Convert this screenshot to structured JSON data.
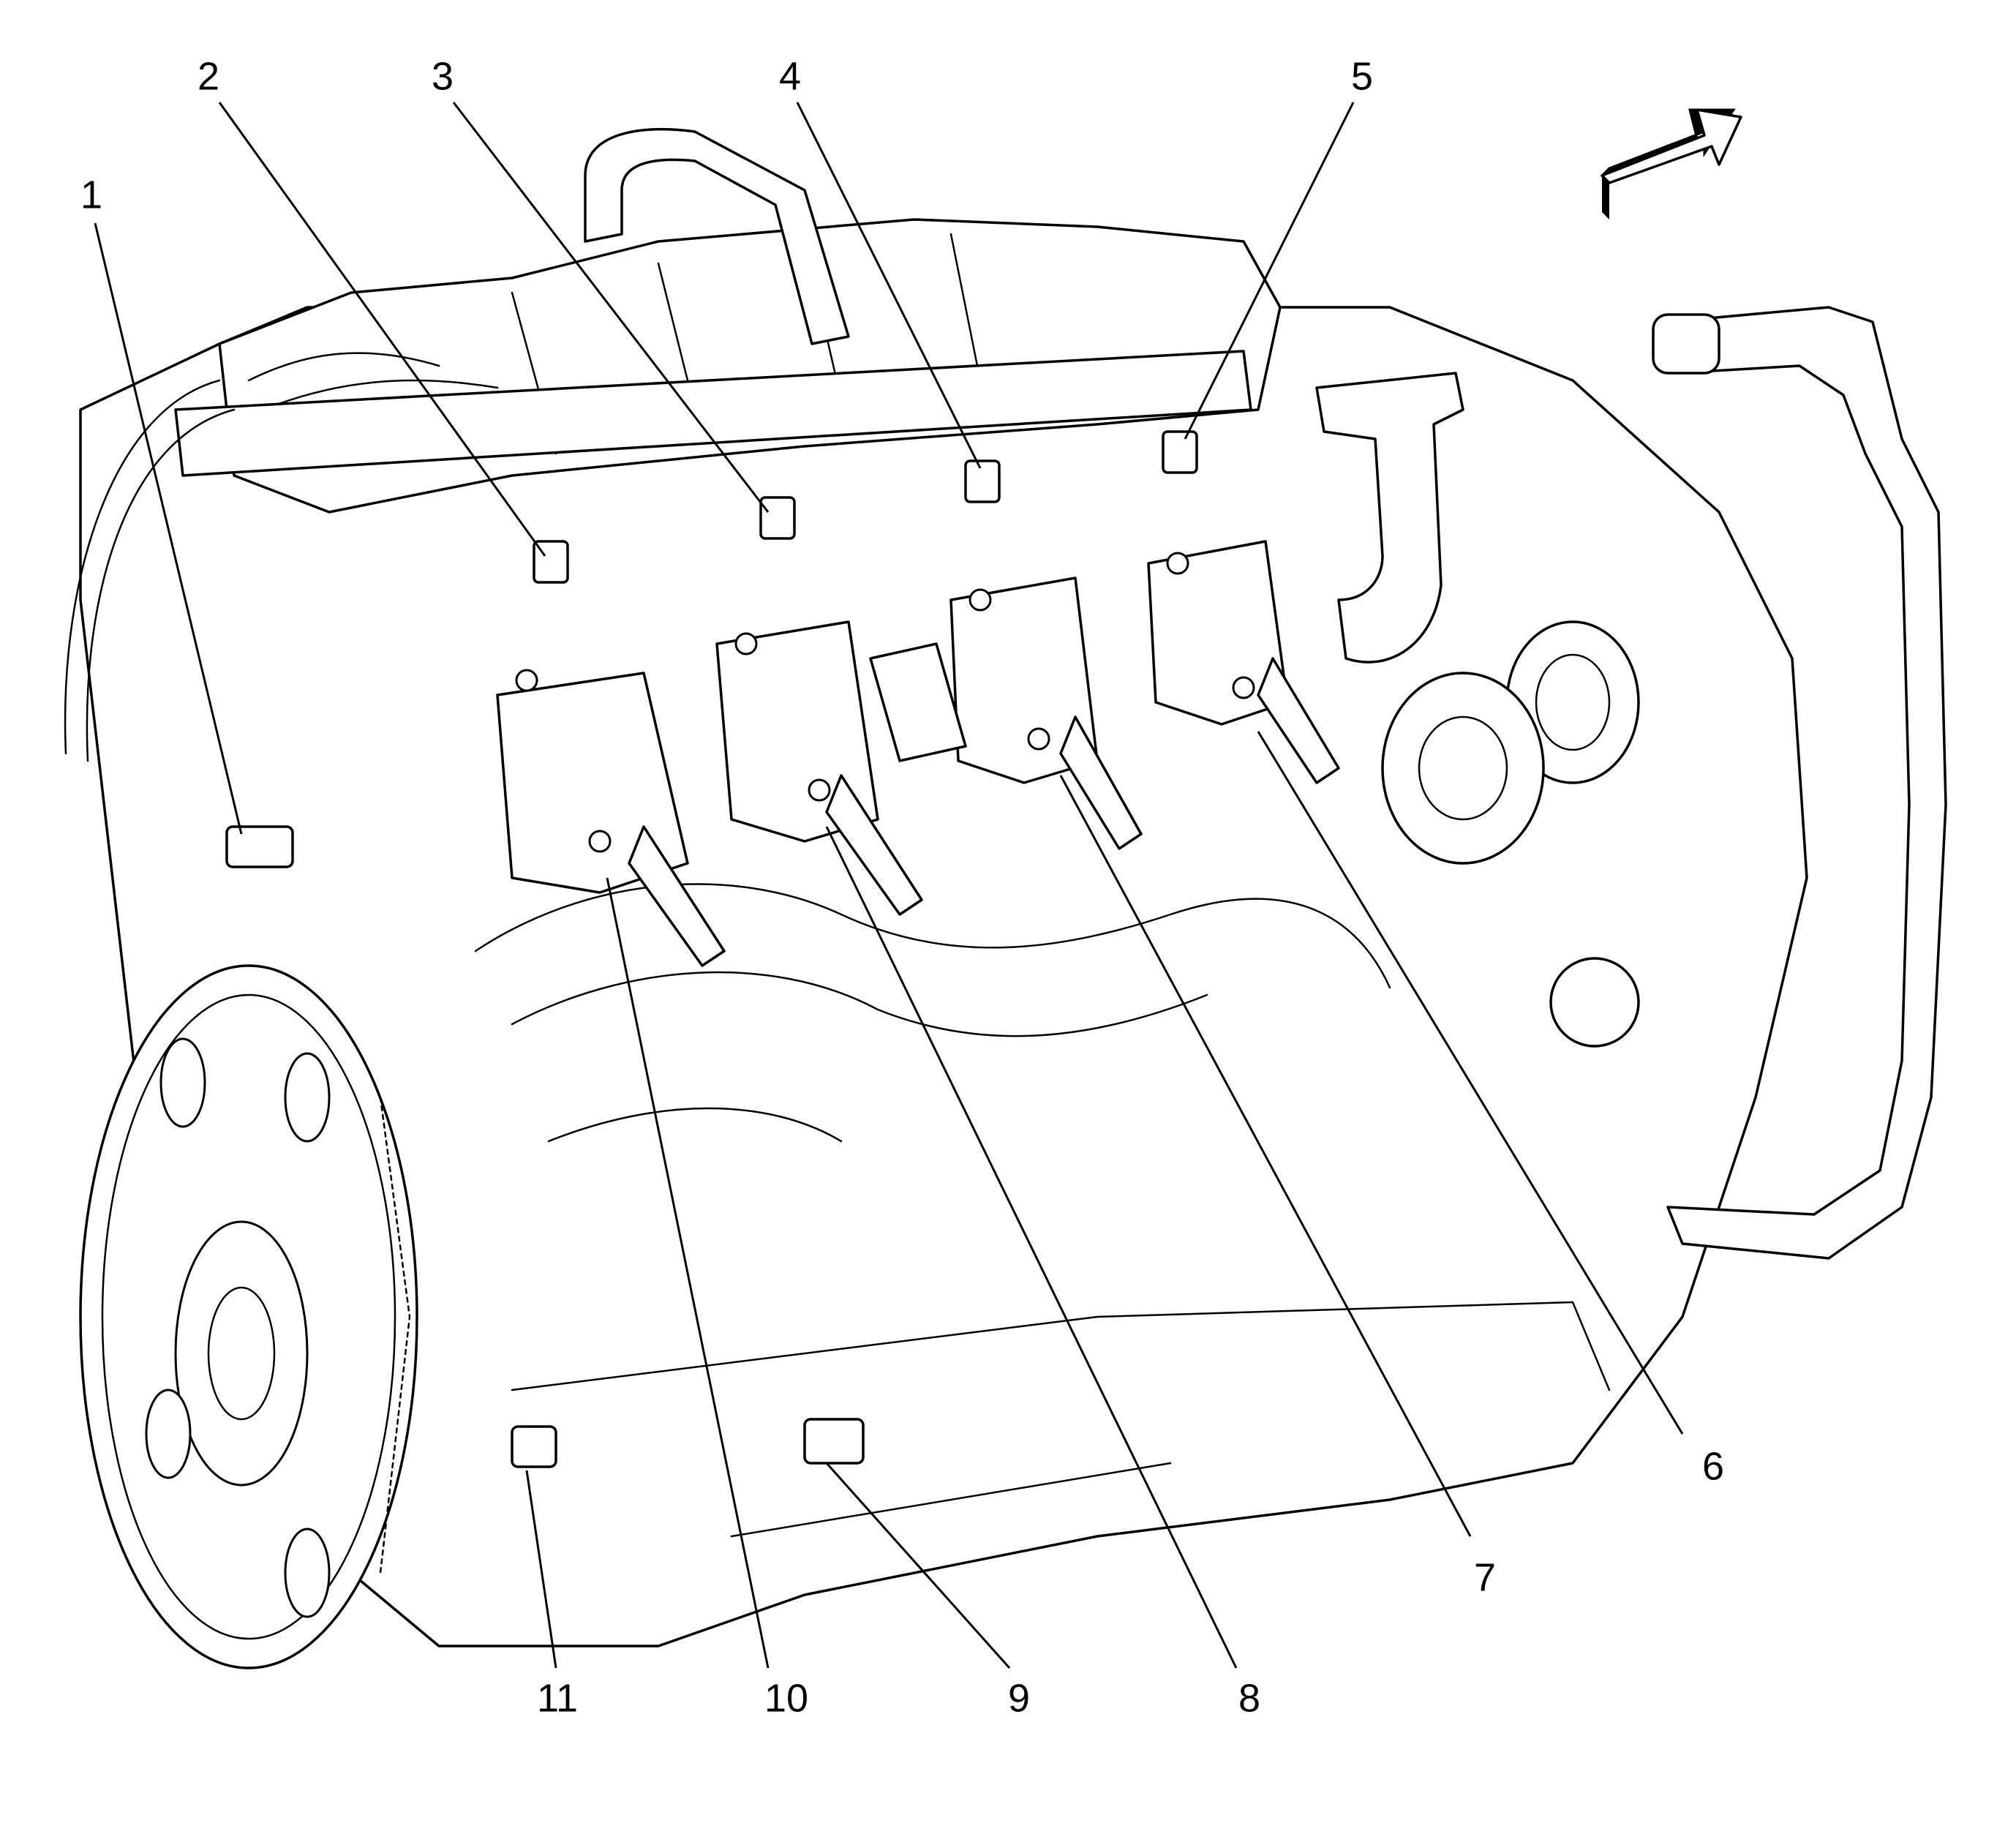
{
  "callouts": [
    {
      "id": "1",
      "label": "1"
    },
    {
      "id": "2",
      "label": "2"
    },
    {
      "id": "3",
      "label": "3"
    },
    {
      "id": "4",
      "label": "4"
    },
    {
      "id": "5",
      "label": "5"
    },
    {
      "id": "6",
      "label": "6"
    },
    {
      "id": "7",
      "label": "7"
    },
    {
      "id": "8",
      "label": "8"
    },
    {
      "id": "9",
      "label": "9"
    },
    {
      "id": "10",
      "label": "10"
    },
    {
      "id": "11",
      "label": "11"
    }
  ],
  "colors": {
    "line": "#000000",
    "background": "#ffffff"
  },
  "icons": {
    "direction_arrow": "front-direction-arrow-icon"
  }
}
